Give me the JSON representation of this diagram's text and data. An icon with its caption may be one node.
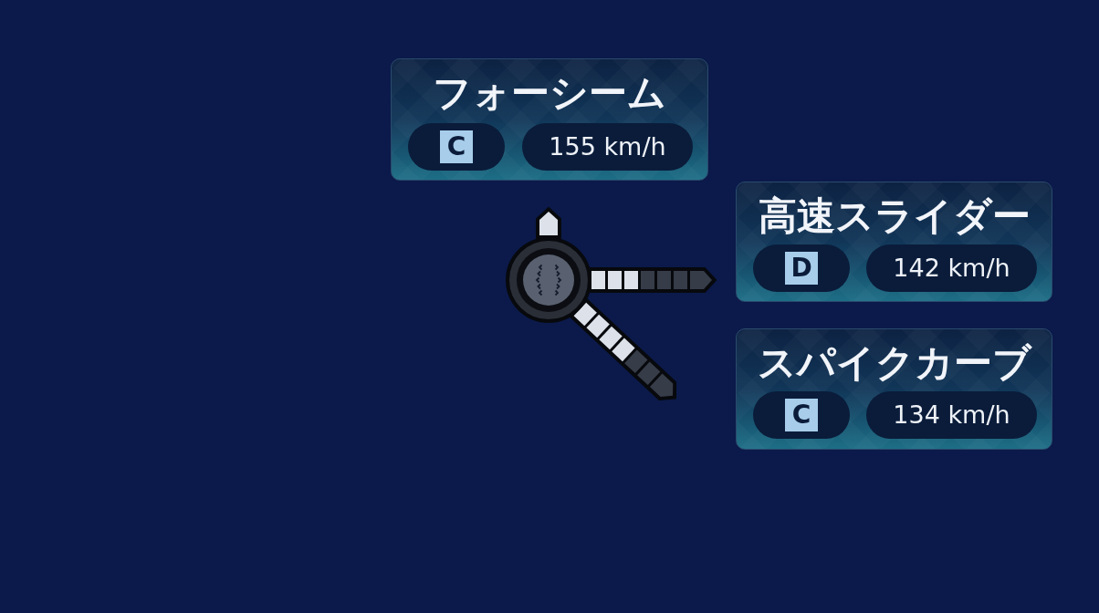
{
  "diagram": {
    "nodes": [
      {
        "text": [
          "フォーシーム"
        ]
      },
      {
        "text": [
          "C"
        ],
        "in": 0
      },
      {
        "text": [
          "155 km/h"
        ],
        "in": 0
      },
      {
        "text": [
          "高速スライダー"
        ]
      },
      {
        "text": [
          "D"
        ],
        "in": 3
      },
      {
        "text": [
          "142 km/h"
        ],
        "in": 3
      },
      {
        "text": [
          "スパイクカーブ"
        ]
      },
      {
        "text": [
          "C"
        ],
        "in": 6
      },
      {
        "text": [
          "134 km/h"
        ],
        "in": 6
      }
    ]
  }
}
